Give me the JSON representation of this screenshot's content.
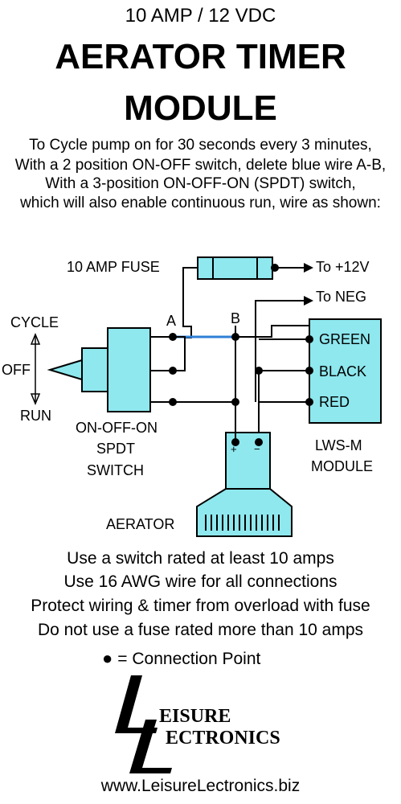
{
  "header": {
    "line1": "10 AMP / 12 VDC",
    "line2": "AERATOR TIMER",
    "line3": "MODULE"
  },
  "intro_lines": [
    "To Cycle pump on for 30 seconds every 3 minutes,",
    "With a 2 position ON-OFF switch, delete blue wire A-B,",
    "With a 3-position ON-OFF-ON (SPDT)  switch,",
    "which will also enable continuous run, wire as shown:"
  ],
  "diagram": {
    "fuse_label": "10 AMP FUSE",
    "to_positive": "To +12V",
    "to_negative": "To NEG",
    "switch_positions": {
      "cycle": "CYCLE",
      "off": "OFF",
      "run": "RUN"
    },
    "point_a": "A",
    "point_b": "B",
    "module_terminals": [
      "GREEN",
      "BLACK",
      "RED"
    ],
    "switch_label": [
      "ON-OFF-ON",
      "SPDT",
      "SWITCH"
    ],
    "module_label": [
      "LWS-M",
      "MODULE"
    ],
    "aerator_label": "AERATOR",
    "aerator_plus": "+",
    "aerator_minus": "−",
    "colors": {
      "box_fill": "#8ee8ee",
      "blue_wire": "#2e7fd6",
      "line": "#000000"
    }
  },
  "notes": [
    "Use a switch rated at least 10 amps",
    "Use 16 AWG wire for all connections",
    "Protect wiring & timer from overload with fuse",
    "Do not use a fuse rated more than 10 amps"
  ],
  "legend": "= Connection Point",
  "logo": {
    "text_line1": "EISURE",
    "text_line2": "ECTRONICS",
    "initials": "LL"
  },
  "website": "www.LeisureLectronics.biz"
}
